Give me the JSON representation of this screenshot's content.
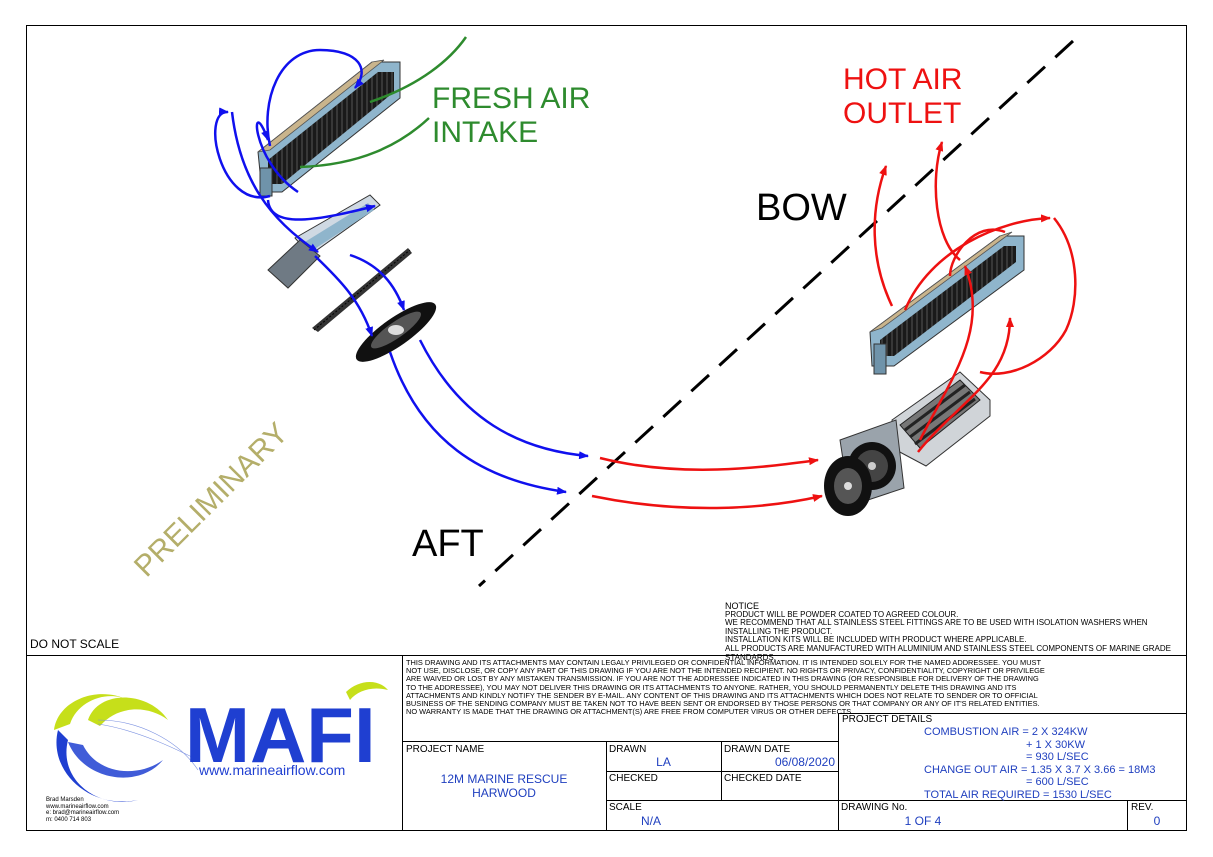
{
  "labels": {
    "fresh_air_line1": "FRESH AIR",
    "fresh_air_line2": "INTAKE",
    "hot_air_line1": "HOT AIR",
    "hot_air_line2": "OUTLET",
    "bow": "BOW",
    "aft": "AFT",
    "preliminary": "PRELIMINARY",
    "do_not_scale": "DO NOT SCALE"
  },
  "notice": {
    "title": "NOTICE",
    "lines": [
      "PRODUCT WILL BE POWDER COATED TO AGREED COLOUR.",
      "WE RECOMMEND THAT ALL STAINLESS STEEL FITTINGS ARE TO BE USED WITH ISOLATION WASHERS WHEN",
      "INSTALLING THE PRODUCT.",
      "INSTALLATION KITS WILL BE INCLUDED WITH PRODUCT WHERE APPLICABLE.",
      "ALL PRODUCTS ARE MANUFACTURED WITH ALUMINIUM AND STAINLESS STEEL COMPONENTS OF MARINE GRADE STANDARDS."
    ]
  },
  "disclaimer": "THIS DRAWING AND ITS ATTACHMENTS MAY CONTAIN LEGALY PRIVILEGED OR CONFIDENTIAL INFORMATION. IT IS INTENDED SOLELY FOR THE NAMED ADDRESSEE. YOU MUST NOT USE, DISCLOSE, OR COPY ANY PART OF THIS DRAWING IF YOU ARE NOT THE INTENDED RECIPIENT. NO RIGHTS OR PRIVACY, CONFIDENTIALITY, COPYRIGHT OR PRIVILEGE ARE WAIVED OR LOST BY ANY MISTAKEN TRANSMISSION. IF YOU ARE NOT THE ADDRESSEE INDICATED IN THIS DRAWING (OR RESPONSIBLE FOR DELIVERY OF THE DRAWING TO THE ADDRESSEE), YOU MAY NOT DELIVER THIS DRAWING OR ITS ATTACHMENTS TO ANYONE. RATHER, YOU SHOULD PERMANENTLY DELETE THIS DRAWING AND ITS ATTACHMENTS AND KINDLY NOTIFY THE SENDER BY E-MAIL. ANY CONTENT OF THIS DRAWING AND ITS ATTACHMENTS WHICH DOES NOT RELATE TO SENDER OR TO OFFICIAL BUSINESS OF THE SENDING COMPANY MUST BE TAKEN NOT TO HAVE BEEN SENT OR ENDORSED BY THOSE PERSONS OR THAT COMPANY OR ANY OF IT'S RELATED ENTITIES. NO WARRANTY IS MADE THAT THE DRAWING OR ATTACHMENT(S) ARE FREE FROM COMPUTER VIRUS OR OTHER DEFECTS.",
  "logo": {
    "brand": "MAFI",
    "url": "www.marineairflow.com",
    "contact": [
      "Brad Marsden",
      "www.marineairflow.com",
      "e: brad@marineairflow.com",
      "m: 0400 714 803"
    ],
    "colors": {
      "green": "#c6df1a",
      "blue": "#1f3fd1"
    }
  },
  "title_block": {
    "project_name_label": "PROJECT NAME",
    "project_name_line1": "12M MARINE RESCUE",
    "project_name_line2": "HARWOOD",
    "drawn_label": "DRAWN",
    "drawn": "LA",
    "drawn_date_label": "DRAWN DATE",
    "drawn_date": "06/08/2020",
    "checked_label": "CHECKED",
    "checked_date_label": "CHECKED DATE",
    "scale_label": "SCALE",
    "scale": "N/A",
    "drawing_no_label": "DRAWING No.",
    "drawing_no": "1 OF 4",
    "rev_label": "REV.",
    "rev": "0",
    "project_details_label": "PROJECT DETAILS",
    "project_details": [
      "COMBUSTION AIR = 2 X 324KW",
      "+ 1 X 30KW",
      "= 930 L/SEC",
      "CHANGE OUT AIR = 1.35 X 3.7 X 3.66 = 18M3",
      "= 600 L/SEC",
      "TOTAL AIR REQUIRED = 1530 L/SEC"
    ]
  }
}
